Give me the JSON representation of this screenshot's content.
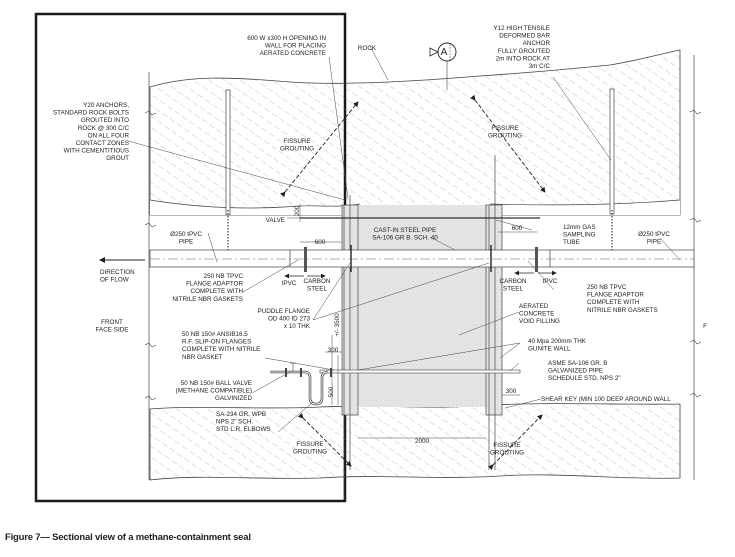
{
  "figure": {
    "caption": "Figure 7— Sectional view of a methane-containment seal",
    "section_marker": "A"
  },
  "labels": {
    "opening": [
      "600 W x300 H OPENING IN",
      "WALL FOR PLACING",
      "AERATED CONCRETE"
    ],
    "rock": "ROCK",
    "y12_anchor": [
      "Y12 HIGH TENSILE",
      "DEFORMED BAR",
      "ANCHOR",
      "FULLY GROUTED",
      "2m INTO ROCK AT",
      "3m C/C"
    ],
    "y20_anchors": [
      "Y20 ANCHORS,",
      "STANDARD ROCK BOLTS",
      "GROUTED INTO",
      "ROCK @ 300 C/C",
      "ON ALL FOUR",
      "CONTACT ZONES",
      "WITH CEMENTITIOUS",
      "GROUT"
    ],
    "fissure_grouting_tl": [
      "FISSURE",
      "GROUTING"
    ],
    "fissure_grouting_tr": [
      "FISSURE",
      "GROUTING"
    ],
    "fissure_grouting_bl": [
      "FISSURE",
      "GROUTING"
    ],
    "fissure_grouting_br": [
      "FISSURE",
      "GROUTING"
    ],
    "valve": "VALVE",
    "dim_200": "200",
    "cast_in_pipe": [
      "CAST-IN STEEL PIPE",
      "SA-106 GR B. SCH. 40"
    ],
    "gas_tube": [
      "12mm GAS",
      "SAMPLING",
      "TUBE"
    ],
    "pipe_left": [
      "Ø250 tPVC",
      "PIPE"
    ],
    "pipe_right": [
      "Ø250 tPVC",
      "PIPE"
    ],
    "dim_600_left": "600",
    "dim_600_right": "600",
    "direction_of_flow": [
      "DIRECTION",
      "OF FLOW"
    ],
    "flange_left": [
      "250 NB TPVC",
      "FLANGE ADAPTOR",
      "COMPLETE WITH",
      "NITRILE NBR GASKETS"
    ],
    "flange_right": [
      "250 NB TPVC",
      "FLANGE ADAPTOR",
      "COMPLETE WITH",
      "NITRILE NBR GASKETS"
    ],
    "tpvc_left": "tPVC",
    "carbon_steel_left": [
      "CARBON",
      "STEEL"
    ],
    "carbon_steel_right": [
      "CARBON",
      "STEEL"
    ],
    "tpvc_right": "tPVC",
    "front_face": [
      "FRONT",
      "FACE SIDE"
    ],
    "puddle_flange": [
      "PUDDLE FLANGE",
      "OD 400 ID 273",
      "x 10 THK"
    ],
    "aerated": [
      "AERATED",
      "CONCRETE",
      "VOID FILLING"
    ],
    "dim_3500": "+/- 3500",
    "slip_on": [
      "50 NB 150# ANSIB16.5",
      "R.F. SLIP-ON FLANGES",
      "COMPLETE WITH NITRILE",
      "NBR GASKET"
    ],
    "gunite": [
      "40 Mpa 200mm THK",
      "GUNITE WALL"
    ],
    "dim_300_left": "300",
    "dim_300_right": "300",
    "galv_pipe": [
      "ASME SA-106 GR. B",
      "GALVANIZED PIPE",
      "SCHEDULE STD. NPS 2\""
    ],
    "ball_valve": [
      "50 NB 150# BALL VALVE",
      "(METHANE COMPATIBLE)",
      "GALVINIZED"
    ],
    "dim_500": "500",
    "shear_key": "SHEAR KEY (MIN 100 DEEP AROUND WALL",
    "elbows": [
      "SA-234 GR. WPB",
      "NPS 2\" SCH.",
      "STD L.R. ELBOWS"
    ],
    "dim_2000": "2000",
    "edge_f": "F"
  }
}
